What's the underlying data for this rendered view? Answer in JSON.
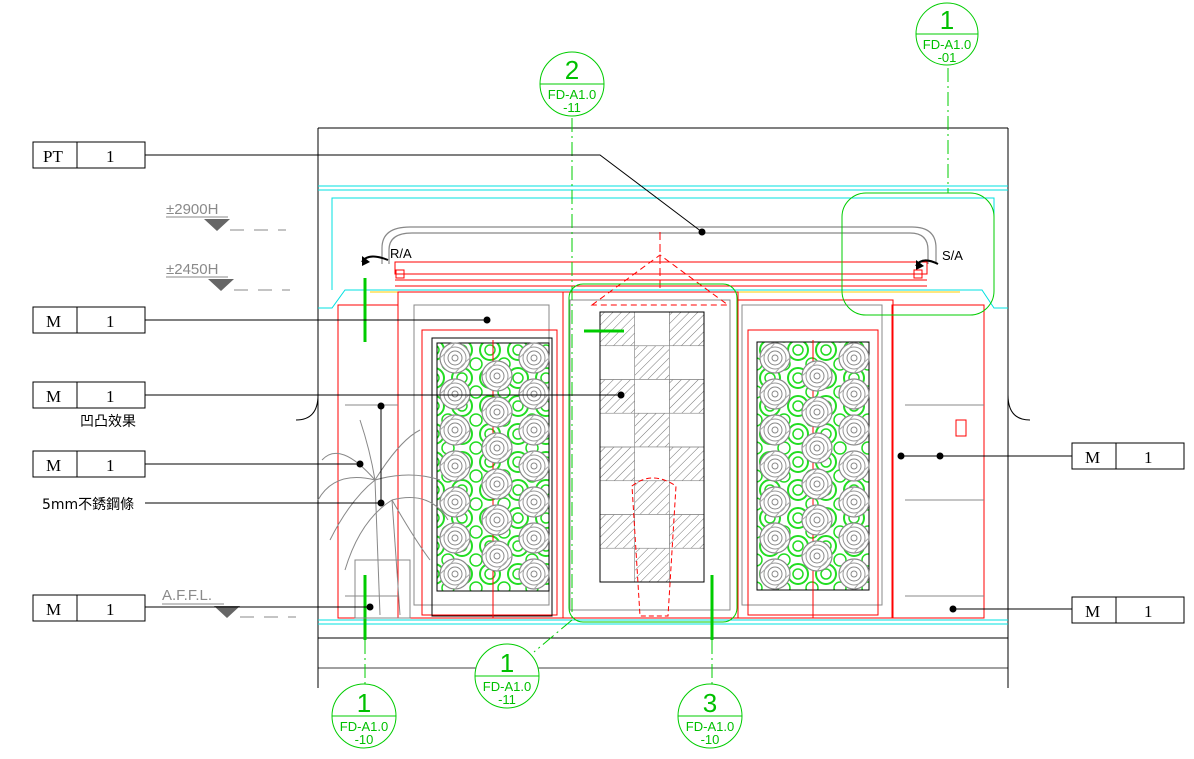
{
  "materials": {
    "pt1": {
      "code": "PT",
      "num": "1"
    },
    "m_left_1": {
      "code": "M",
      "num": "1"
    },
    "m_left_2": {
      "code": "M",
      "num": "1"
    },
    "m_left_3": {
      "code": "M",
      "num": "1"
    },
    "m_left_4": {
      "code": "M",
      "num": "1"
    },
    "m_right_1": {
      "code": "M",
      "num": "1"
    },
    "m_right_2": {
      "code": "M",
      "num": "1"
    }
  },
  "notes": {
    "emboss": "凹凸效果",
    "steel": "5mm不銹鋼條"
  },
  "levels": {
    "l2900": "±2900H",
    "l2450": "±2450H",
    "affl": "A.F.F.L."
  },
  "devices": {
    "ra": "R/A",
    "sa": "S/A"
  },
  "bubbles": {
    "top_right": {
      "num": "1",
      "ref1": "FD-A1.0",
      "ref2": "-01"
    },
    "top_center": {
      "num": "2",
      "ref1": "FD-A1.0",
      "ref2": "-11"
    },
    "bottom_center": {
      "num": "1",
      "ref1": "FD-A1.0",
      "ref2": "-11"
    },
    "bottom_left": {
      "num": "1",
      "ref1": "FD-A1.0",
      "ref2": "-10"
    },
    "bottom_right": {
      "num": "3",
      "ref1": "FD-A1.0",
      "ref2": "-10"
    }
  },
  "colors": {
    "outline": "#000000",
    "frame_red": "#ff0000",
    "ceiling_cyan": "#00e0e0",
    "callout_green": "#00cc00",
    "lattice_green": "#22dd22",
    "level_grey": "#888888"
  }
}
